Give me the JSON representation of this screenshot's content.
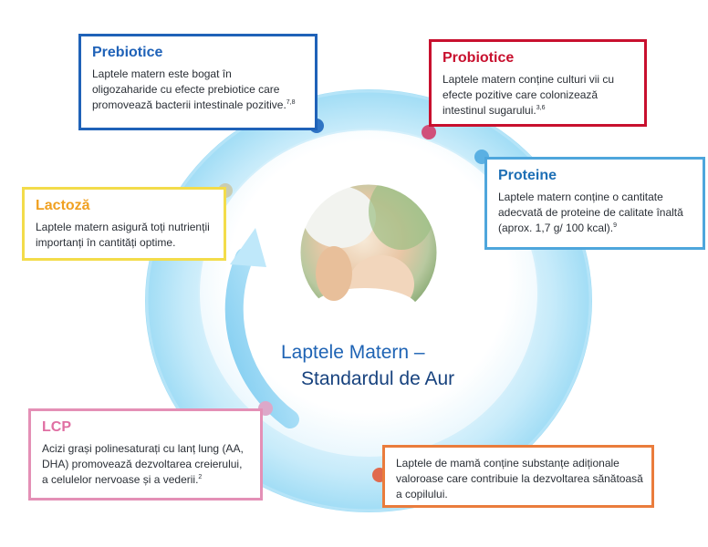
{
  "center": {
    "title_line1": "Laptele Matern –",
    "title_line2": "Standardul de Aur",
    "photo": "mother-breastfeeding-baby-photo"
  },
  "boxes": {
    "prebiotice": {
      "title": "Prebiotice",
      "lines": [
        "Laptele matern este bogat în",
        "oligozaharide cu efecte prebiotice care",
        "promovează bacterii intestinale pozitive."
      ],
      "ref": "7,8",
      "color": "#1f62b8"
    },
    "probiotice": {
      "title": "Probiotice",
      "lines": [
        "Laptele matern conține culturi vii cu",
        "efecte pozitive care colonizează",
        "intestinul sugarului."
      ],
      "ref": "3,6",
      "color": "#c8102e"
    },
    "proteine": {
      "title": "Proteine",
      "lines": [
        "Laptele matern conține o cantitate",
        "adecvată de proteine de calitate înaltă",
        "(aprox. 1,7 g/ 100 kcal)."
      ],
      "ref": "9",
      "color": "#4ea6dc"
    },
    "lactoza": {
      "title": "Lactoză",
      "lines": [
        "Laptele matern asigură toți nutrienții",
        "importanți în cantități optime."
      ],
      "color": "#f3dc4a"
    },
    "lcp": {
      "title": "LCP",
      "lines": [
        "Acizi grași polinesaturați cu lanț lung (AA,",
        "DHA)  promovează dezvoltarea creierului,",
        "a celulelor nervoase și a vederii."
      ],
      "ref": "2",
      "color": "#e490b6"
    },
    "substante": {
      "lines": [
        "Laptele de mamă conține substanțe adiționale",
        "valoroase care contribuie la dezvoltarea sănătoasă",
        "a copilului."
      ],
      "color": "#ea7c3c"
    }
  },
  "ring_color": "#8fd3f2",
  "icons": [
    "circular-arrow-icon"
  ]
}
